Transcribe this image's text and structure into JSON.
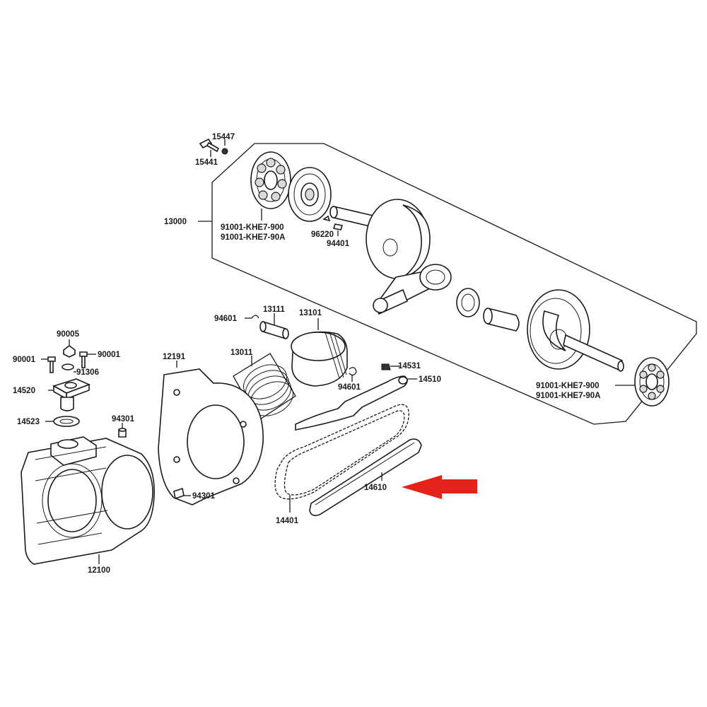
{
  "diagram": {
    "group_label": "13000",
    "labels": {
      "p15447": "15447",
      "p15441": "15441",
      "bearing_left_a": "91001-KHE7-900",
      "bearing_left_b": "91001-KHE7-90A",
      "p96220": "96220",
      "p94401": "94401",
      "p94601_top": "94601",
      "p13111": "13111",
      "p13101": "13101",
      "p13011": "13011",
      "p94601_bottom": "94601",
      "p14531": "14531",
      "p14510": "14510",
      "bearing_right_a": "91001-KHE7-900",
      "bearing_right_b": "91001-KHE7-90A",
      "p90005": "90005",
      "p90001_left": "90001",
      "p90001_right": "90001",
      "p91306": "91306",
      "p14520": "14520",
      "p14523": "14523",
      "p94301_top": "94301",
      "p12191": "12191",
      "p94301_bottom": "94301",
      "p14610": "14610",
      "p14401": "14401",
      "p12100": "12100"
    },
    "highlight": {
      "target": "14610",
      "color": "#e32219"
    }
  }
}
